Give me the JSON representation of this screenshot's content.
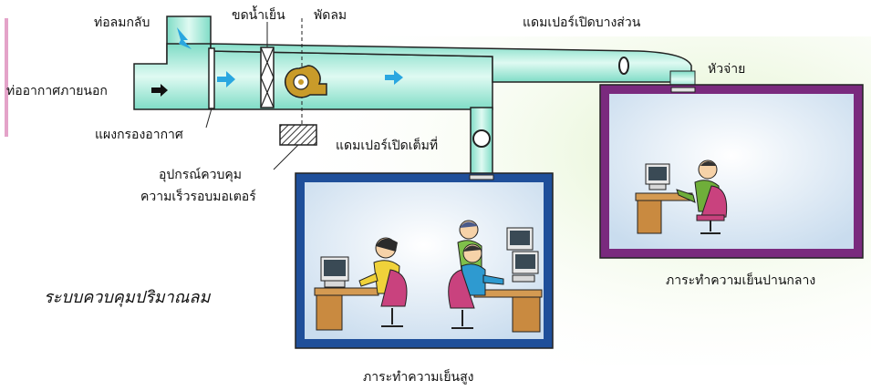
{
  "labels": {
    "return_duct": "ท่อลมกลับ",
    "cooling_coil": "ขดน้ำเย็น",
    "fan": "พัดลม",
    "outside_air_duct": "ท่ออากาศภายนอก",
    "air_filter": "แผงกรองอากาศ",
    "speed_controller_line1": "อุปกรณ์ควบคุม",
    "speed_controller_line2": "ความเร็วรอบมอเตอร์",
    "damper_full_open": "แดมเปอร์เปิดเต็มที่",
    "damper_partial_open": "แดมเปอร์เปิดบางส่วน",
    "diffuser": "หัวจ่าย"
  },
  "title": "ระบบควบคุมปริมาณลม",
  "rooms": {
    "high_load": {
      "caption": "ภาระทำความเย็นสูง"
    },
    "medium_load": {
      "caption": "ภาระทำความเย็นปานกลาง"
    }
  },
  "colors": {
    "duct": "#8fe0cc",
    "high_load_frame": "#1f4f9a",
    "medium_load_frame": "#7a2a7e",
    "room_interior": "#e9f3fa",
    "arrow": "#2aa7e0",
    "fan": "#c99b2a"
  }
}
